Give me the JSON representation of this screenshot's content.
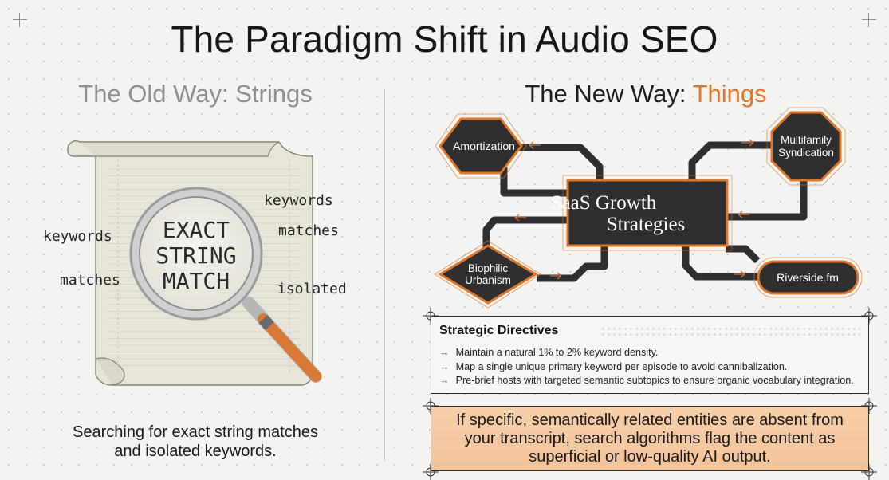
{
  "header": {
    "title": "The Paradigm Shift in Audio SEO"
  },
  "old_way": {
    "heading": "The Old Way: Strings",
    "lens_lines": [
      "EXACT",
      "STRING",
      "MATCH"
    ],
    "keywords": [
      "keywords",
      "matches",
      "keywords",
      "matches",
      "isolated"
    ],
    "caption_lines": [
      "Searching for exact string matches",
      "and isolated keywords."
    ]
  },
  "new_way": {
    "heading_prefix": "The New Way: ",
    "heading_accent": "Things",
    "center_lines": [
      "SaaS Growth",
      "Strategies"
    ],
    "entities": {
      "amortization": "Amortization",
      "multifamily_1": "Multifamily",
      "multifamily_2": "Syndication",
      "biophilic_1": "Biophilic",
      "biophilic_2": "Urbanism",
      "riverside": "Riverside.fm"
    }
  },
  "directives": {
    "title": "Strategic Directives",
    "arrow": "→",
    "items": [
      "Maintain a natural 1% to 2% keyword density.",
      "Map a single unique primary keyword per episode to avoid cannibalization.",
      "Pre-brief hosts with targeted semantic subtopics to ensure organic vocabulary integration."
    ]
  },
  "warning": {
    "lines": [
      "If specific, semantically related entities are absent from",
      "your transcript, search algorithms flag the content as",
      "superficial or low-quality AI output."
    ]
  },
  "colors": {
    "accent": "#e0772b",
    "dark": "#2f2f31",
    "warning_bg": "#f4c7a0"
  }
}
